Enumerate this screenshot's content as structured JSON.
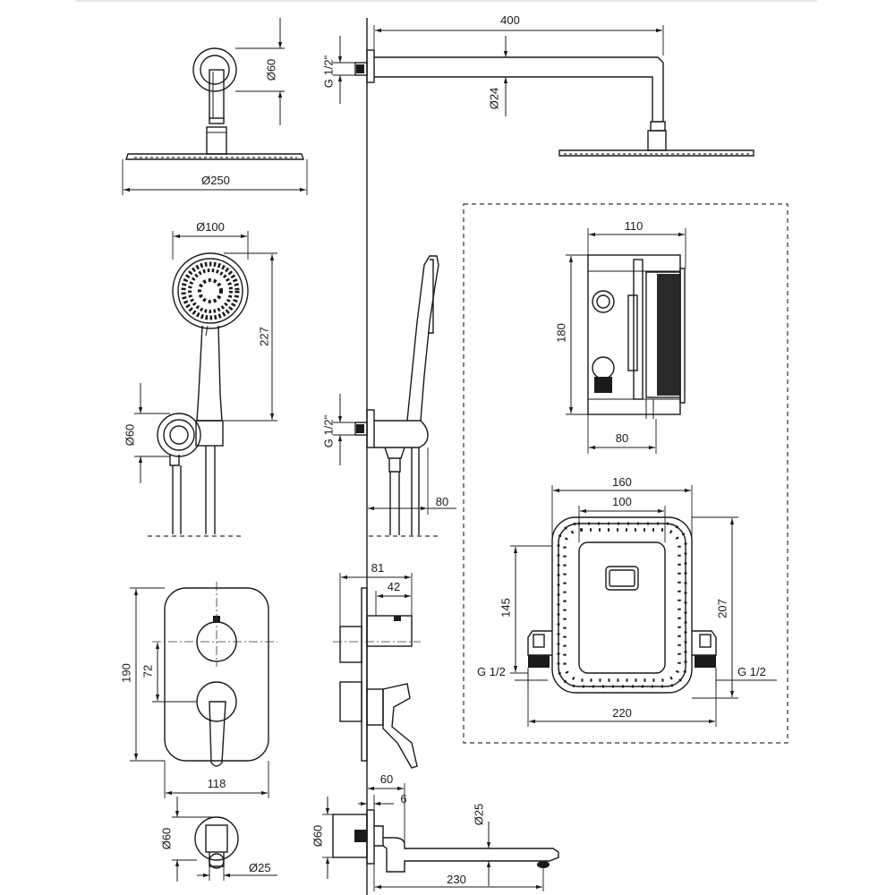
{
  "dimensions": {
    "arm_length": "400",
    "wall_flange_dia": "Ø60",
    "thread_top": "G 1/2\"",
    "arm_dia": "Ø24",
    "head_dia": "Ø250",
    "hand_head_dia": "Ø100",
    "hand_length": "227",
    "holder_dia": "Ø60",
    "thread_mid": "G 1/2\"",
    "holder_depth": "80",
    "box_width": "110",
    "box_height": "180",
    "box_depth": "80",
    "frame_width": "160",
    "frame_inner": "100",
    "frame_h1": "145",
    "frame_h2": "207",
    "port_left": "G 1/2",
    "port_right": "G 1/2",
    "frame_total": "220",
    "plate_height": "190",
    "handle_spacing": "72",
    "plate_width": "118",
    "mixer_depth": "81",
    "knob_depth": "42",
    "spout_depth": "60",
    "spout_offset": "6",
    "spout_flange_dia": "Ø60",
    "spout_dia_front": "Ø60",
    "spout_pipe_dia": "Ø25",
    "spout_dia_bottom": "Ø25",
    "spout_length": "230"
  }
}
